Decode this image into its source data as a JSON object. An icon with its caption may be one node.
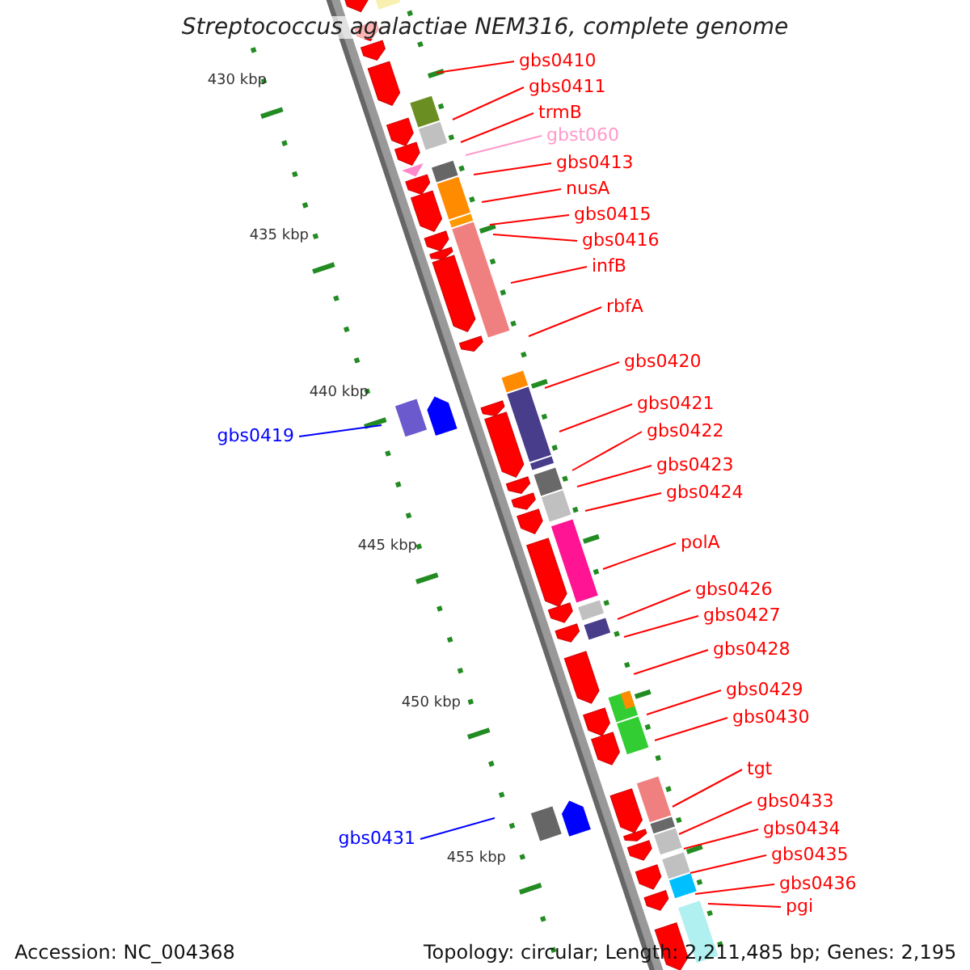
{
  "diagram": {
    "title": "Streptococcus agalactiae NEM316, complete genome",
    "nodes": [
      {
        "text": [
          "gbs0410"
        ]
      },
      {
        "text": [
          "gbs0411"
        ]
      },
      {
        "text": [
          "trmB"
        ]
      },
      {
        "text": [
          "gbst060"
        ]
      },
      {
        "text": [
          "gbs0413"
        ]
      },
      {
        "text": [
          "nusA"
        ]
      },
      {
        "text": [
          "gbs0415"
        ]
      },
      {
        "text": [
          "gbs0416"
        ]
      },
      {
        "text": [
          "infB"
        ]
      },
      {
        "text": [
          "rbfA"
        ]
      },
      {
        "text": [
          "gbs0420"
        ]
      },
      {
        "text": [
          "gbs0421"
        ]
      },
      {
        "text": [
          "gbs0422"
        ]
      },
      {
        "text": [
          "gbs0419"
        ]
      },
      {
        "text": [
          "gbs0423"
        ]
      },
      {
        "text": [
          "gbs0424"
        ]
      },
      {
        "text": [
          "polA"
        ]
      },
      {
        "text": [
          "gbs0426"
        ]
      },
      {
        "text": [
          "gbs0427"
        ]
      },
      {
        "text": [
          "gbs0428"
        ]
      },
      {
        "text": [
          "gbs0429"
        ]
      },
      {
        "text": [
          "gbs0430"
        ]
      },
      {
        "text": [
          "tgt"
        ]
      },
      {
        "text": [
          "gbs0433"
        ]
      },
      {
        "text": [
          "gbs0434"
        ]
      },
      {
        "text": [
          "gbs0431"
        ]
      },
      {
        "text": [
          "gbs0435"
        ]
      },
      {
        "text": [
          "gbs0436"
        ]
      },
      {
        "text": [
          "pgi"
        ]
      }
    ],
    "edges": [
      {
        "from": 0,
        "to": null,
        "arrow": "none"
      },
      {
        "from": 1,
        "to": null,
        "arrow": "none"
      },
      {
        "from": 2,
        "to": null,
        "arrow": "none"
      },
      {
        "from": 3,
        "to": null,
        "arrow": "none",
        "color": "#ff99cc"
      },
      {
        "from": 4,
        "to": null,
        "arrow": "none"
      },
      {
        "from": 5,
        "to": null,
        "arrow": "none"
      },
      {
        "from": 6,
        "to": null,
        "arrow": "none"
      },
      {
        "from": 7,
        "to": null,
        "arrow": "none"
      },
      {
        "from": 8,
        "to": null,
        "arrow": "none"
      },
      {
        "from": 9,
        "to": null,
        "arrow": "none"
      },
      {
        "from": 10,
        "to": null,
        "arrow": "none"
      },
      {
        "from": 11,
        "to": null,
        "arrow": "none"
      },
      {
        "from": 12,
        "to": null,
        "arrow": "none"
      },
      {
        "from": 13,
        "to": null,
        "arrow": "none",
        "color": "#0000ff"
      },
      {
        "from": 14,
        "to": null,
        "arrow": "none"
      },
      {
        "from": 15,
        "to": null,
        "arrow": "none"
      },
      {
        "from": 16,
        "to": null,
        "arrow": "none"
      },
      {
        "from": 17,
        "to": null,
        "arrow": "none"
      },
      {
        "from": 18,
        "to": null,
        "arrow": "none"
      },
      {
        "from": 19,
        "to": null,
        "arrow": "none"
      },
      {
        "from": 20,
        "to": null,
        "arrow": "none"
      },
      {
        "from": 21,
        "to": null,
        "arrow": "none"
      },
      {
        "from": 22,
        "to": null,
        "arrow": "none"
      },
      {
        "from": 23,
        "to": null,
        "arrow": "none"
      },
      {
        "from": 24,
        "to": null,
        "arrow": "none"
      },
      {
        "from": 25,
        "to": null,
        "arrow": "none",
        "color": "#0000ff"
      },
      {
        "from": 26,
        "to": null,
        "arrow": "none"
      },
      {
        "from": 27,
        "to": null,
        "arrow": "none"
      },
      {
        "from": 28,
        "to": null,
        "arrow": "none"
      }
    ],
    "labels": [
      "430 kbp",
      "435 kbp",
      "440 kbp",
      "445 kbp",
      "450 kbp",
      "455 kbp",
      "Accession: NC_004368",
      "Topology: circular; Length: 2,211,485 bp; Genes: 2,195"
    ]
  }
}
